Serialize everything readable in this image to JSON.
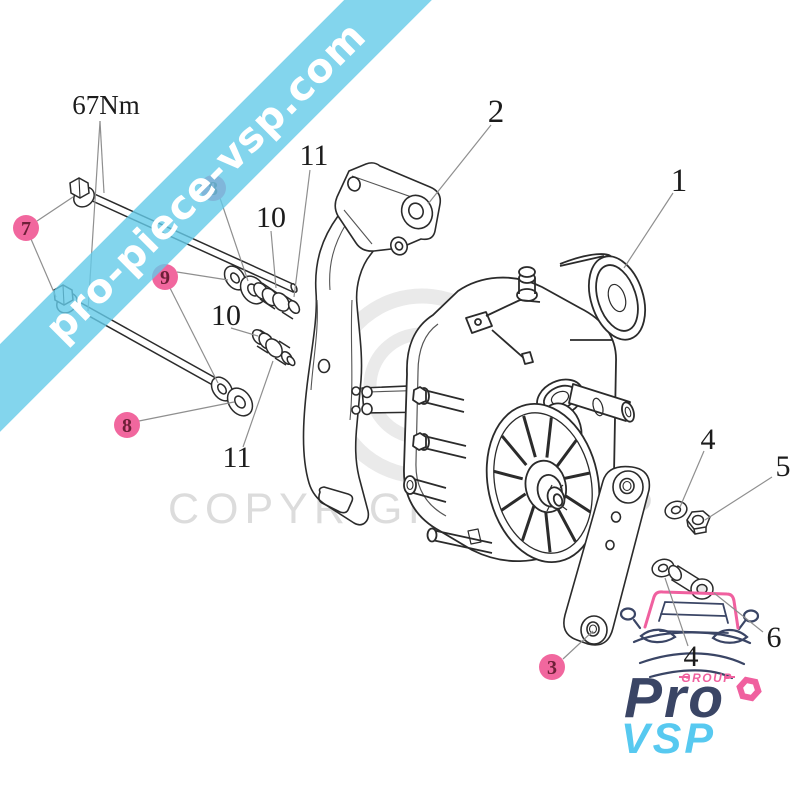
{
  "banner": {
    "site": "pro-piece-vsp.com"
  },
  "watermark": {
    "line": "COPYRIGHT",
    "brand": "ProVSP"
  },
  "labels": {
    "torque": "67Nm",
    "part1": "1",
    "part2": "2",
    "part3": "3",
    "part4_top": "4",
    "part4_bottom": "4",
    "part5": "5",
    "part6": "6",
    "part7": "7",
    "part8_top": "8",
    "part8_bottom": "8",
    "part9": "9",
    "part10_top": "10",
    "part10_bottom": "10",
    "part11_top": "11",
    "part11_bottom": "11"
  },
  "logo": {
    "group": "GROUP",
    "pro": "Pro",
    "vsp": "VSP"
  },
  "colors": {
    "banner_cyan": "#64CAE9",
    "callout_pink": "#F1679E",
    "callout_digit": "#6E2038",
    "logo_navy": "#3A4565",
    "logo_pink": "#F0609F",
    "logo_cyan": "#57C9F0",
    "watermark_gray": "#DCDCDC"
  }
}
